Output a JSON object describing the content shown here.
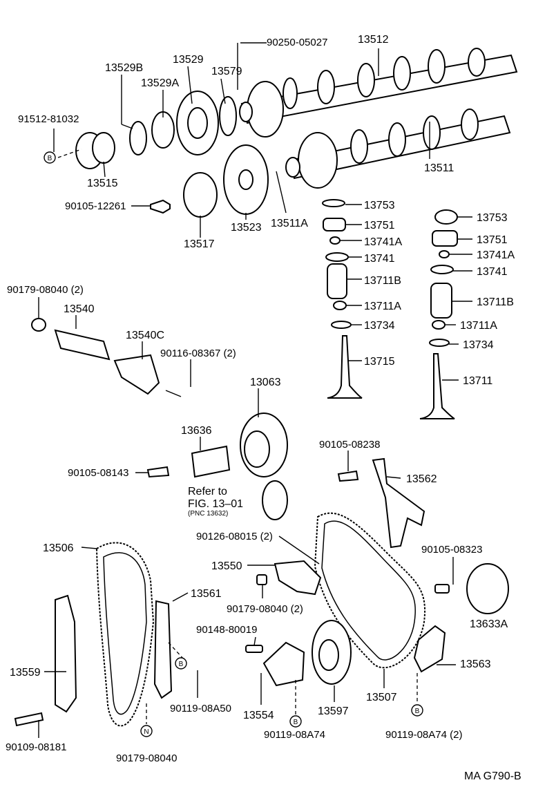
{
  "labels": {
    "p90250_05027": "90250-05027",
    "p13512": "13512",
    "p13529B": "13529B",
    "p13529": "13529",
    "p13579": "13579",
    "p13529A": "13529A",
    "p91512_81032": "91512-81032",
    "p13515": "13515",
    "p13511": "13511",
    "p90105_12261": "90105-12261",
    "p13517": "13517",
    "p13523": "13523",
    "p13511A": "13511A",
    "r_13753": "13753",
    "r_13751": "13751",
    "r_13741A": "13741A",
    "r_13741": "13741",
    "r_13711B": "13711B",
    "r_13711A": "13711A",
    "r_13734": "13734",
    "r_13711": "13711",
    "l_13753": "13753",
    "l_13751": "13751",
    "l_13741A": "13741A",
    "l_13741": "13741",
    "l_13711B": "13711B",
    "l_13711A": "13711A",
    "l_13734": "13734",
    "l_13715": "13715",
    "p90179_08040_2a": "90179-08040 (2)",
    "p13540": "13540",
    "p13540C": "13540C",
    "p90116_08367": "90116-08367 (2)",
    "p13063": "13063",
    "p13636": "13636",
    "p90105_08143": "90105-08143",
    "refer_to": "Refer to",
    "fig_ref": "FIG. 13–01",
    "pnc_ref": "(PNC 13632)",
    "p90105_08238": "90105-08238",
    "p13562": "13562",
    "p13506": "13506",
    "p90126_08015": "90126-08015 (2)",
    "p13550": "13550",
    "p90179_08040_2b": "90179-08040 (2)",
    "p90105_08323": "90105-08323",
    "p13561": "13561",
    "p13633A": "13633A",
    "p90148_80019": "90148-80019",
    "p13559": "13559",
    "p13563": "13563",
    "p90119_08A50": "90119-08A50",
    "p13507": "13507",
    "p13597": "13597",
    "p13554": "13554",
    "p90109_08181": "90109-08181",
    "p90119_08A74": "90119-08A74",
    "p90119_08A74_2": "90119-08A74 (2)",
    "p90179_08040": "90179-08040",
    "figure_code": "MA G790-B"
  },
  "markers": {
    "b1": "B",
    "b2": "B",
    "b3": "B",
    "b4": "B",
    "n1": "N"
  }
}
